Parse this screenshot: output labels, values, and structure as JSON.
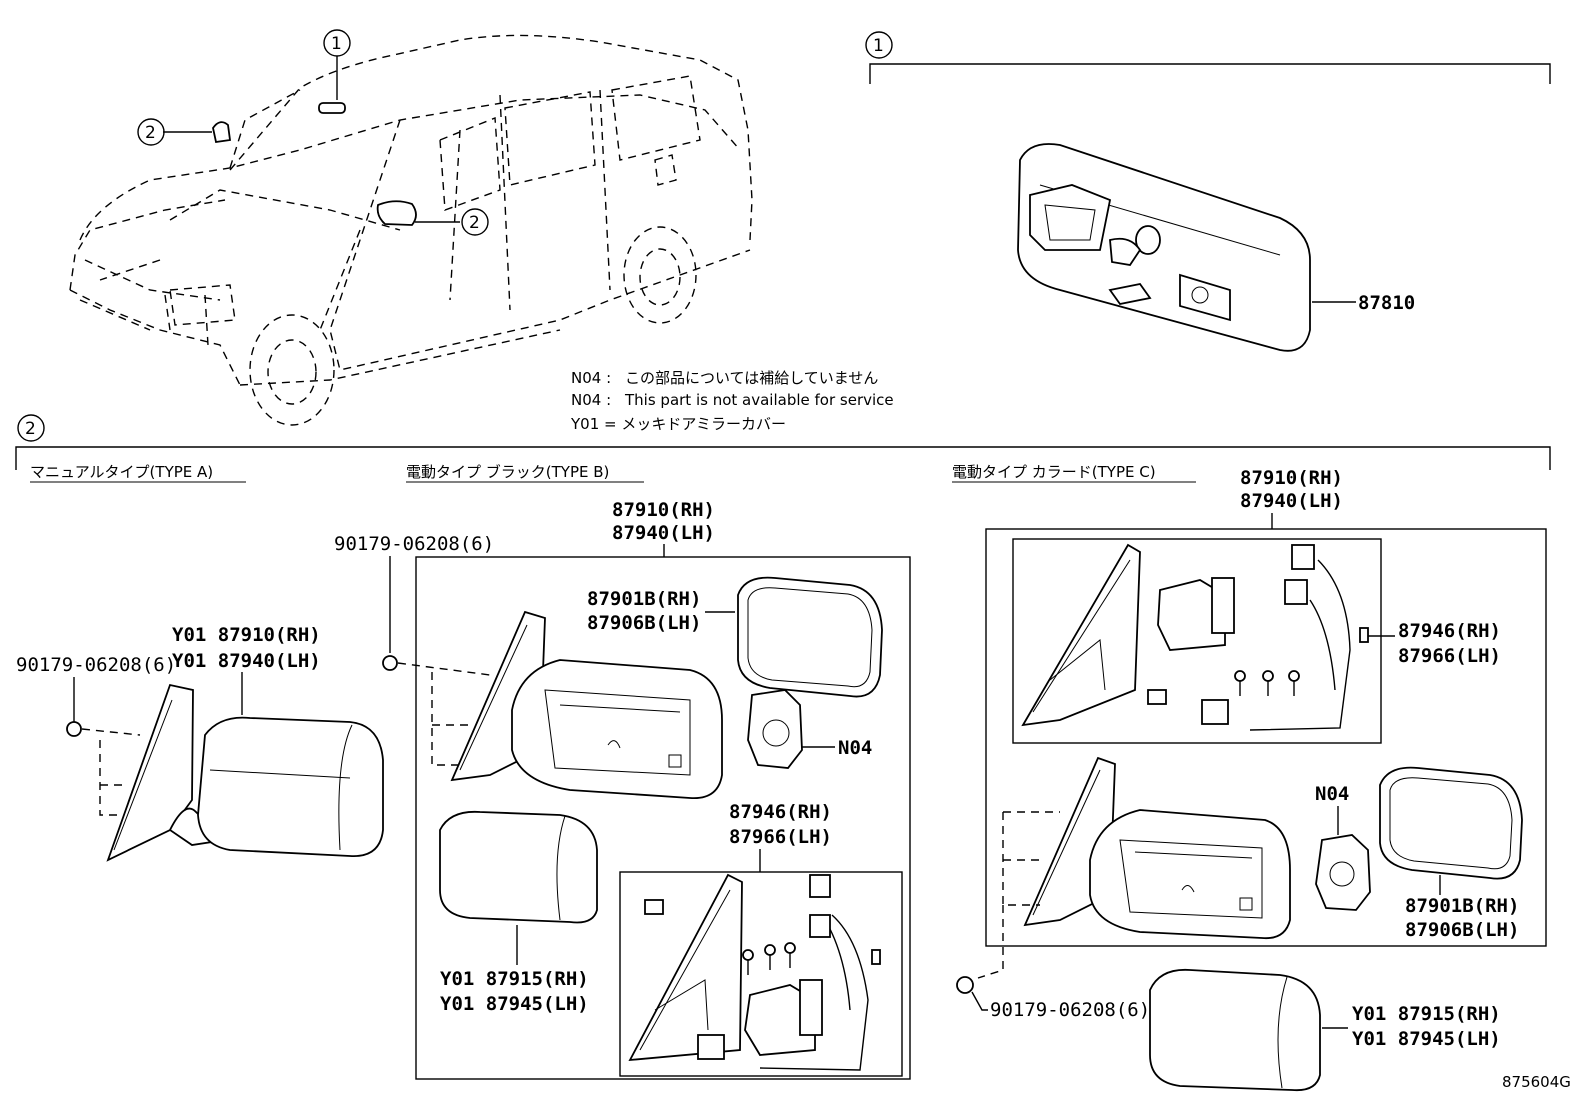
{
  "callouts": {
    "c1": "1",
    "c2": "2"
  },
  "notes": {
    "line1_code": "N04 :",
    "line1_text": "この部品については補給していません",
    "line2_code": "N04 :",
    "line2_text": "This part is not available for service",
    "line3": "Y01 = メッキドアミラーカバー"
  },
  "sections": {
    "type_a": "マニュアルタイプ(TYPE A)",
    "type_b": "電動タイプ ブラック(TYPE B)",
    "type_c": "電動タイプ カラード(TYPE C)"
  },
  "labels": {
    "inner_mirror": "87810",
    "a_clip": "90179-06208(6)",
    "a_rh": "Y01 87910(RH)",
    "a_lh": "Y01 87940(LH)",
    "b_clip": "90179-06208(6)",
    "b_assy_rh": "87910(RH)",
    "b_assy_lh": "87940(LH)",
    "b_glass_rh": "87901B(RH)",
    "b_glass_lh": "87906B(LH)",
    "b_n04": "N04",
    "b_cover_rh": "Y01 87915(RH)",
    "b_cover_lh": "Y01 87945(LH)",
    "b_motor_rh": "87946(RH)",
    "b_motor_lh": "87966(LH)",
    "c_assy_rh": "87910(RH)",
    "c_assy_lh": "87940(LH)",
    "c_motor_rh": "87946(RH)",
    "c_motor_lh": "87966(LH)",
    "c_n04": "N04",
    "c_glass_rh": "87901B(RH)",
    "c_glass_lh": "87906B(LH)",
    "c_clip": "90179-06208(6)",
    "c_cover_rh": "Y01  87915(RH)",
    "c_cover_lh": "Y01  87945(LH)",
    "drawing_no": "875604G"
  }
}
